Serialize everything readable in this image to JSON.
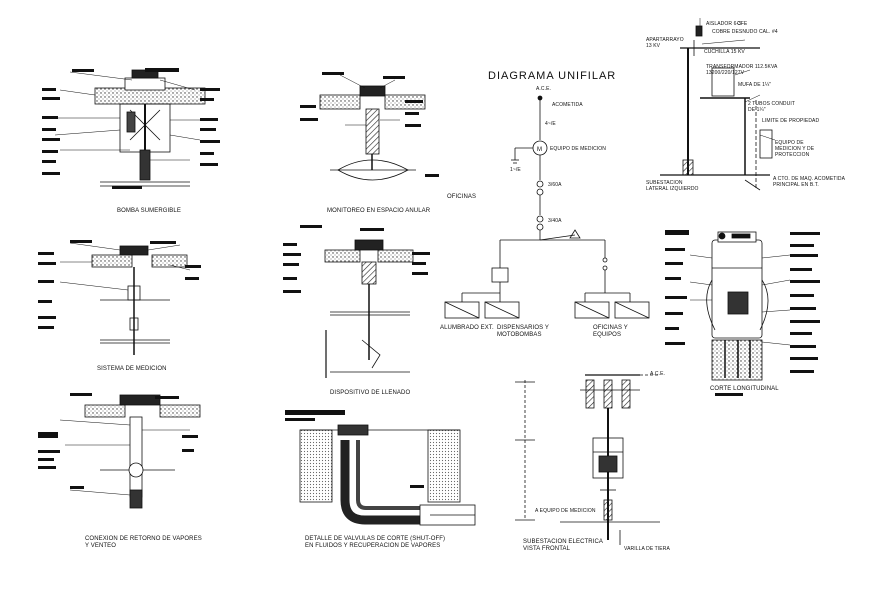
{
  "diagram_title": "DIAGRAMA UNIFILAR",
  "details": {
    "bomba": "BOMBA SUMERGIBLE",
    "monitoreo": "MONITOREO EN ESPACIO ANULAR",
    "medicion": "SISTEMA DE MEDICION",
    "llenado": "DISPOSITIVO DE LLENADO",
    "retorno": "CONEXION DE RETORNO DE VAPORES\nY VENTEO",
    "valvulas": "DETALLE DE VALVULAS DE CORTE (SHUT-OFF)\nEN FLUIDOS Y RECUPERACION DE VAPORES",
    "corte": "CORTE LONGITUDINAL",
    "subestacion_frontal": "SUBESTACION ELECTRICA\nVISTA FRONTAL",
    "subestacion_lateral": "SUBESTACION\nLATERAL IZQUIERDO"
  },
  "unifilar": {
    "top_node": "A.C.E.",
    "top_sub": "ACOMETIDA",
    "meter": "EQUIPO DE MEDICION",
    "bottom_left": "1~/E",
    "load_small": "4~/E",
    "breaker_a": "3/60A",
    "breaker_b": "3/40A",
    "oficinas": "OFICINAS",
    "branch_labels": [
      "ALUMBRADO EXT.",
      "DISPENSARIOS Y\nMOTOBOMBAS",
      "OFICINAS Y\nEQUIPOS"
    ]
  },
  "substation": {
    "aislador": "AISLADOR 6-3",
    "cfe": "CFE",
    "cobre": "COBRE DESNUDO CAL. #4",
    "apartarrayo": "APARTARRAYO\n13 KV",
    "cuchilla": "CUCHILLA 15 KV",
    "transformador": "TRANSFORMADOR 112.5KVA\n13200/220/127V",
    "mufa": "MUFA DE 1¼\"",
    "tubos": "2 TUBOS CONDUIT\nDE 1¼\"",
    "limite": "LIMITE DE PROPIEDAD",
    "equipo_medicion": "EQUIPO DE\nMEDICION Y DE\nPROTECCION",
    "tablero": "A CTO. DE MAQ. ACOMETIDA\nPRINCIPAL EN B.T."
  },
  "frontal": {
    "ace": "A.C.E.",
    "equipo": "A EQUIPO DE MEDICION",
    "varilla": "VARILLA DE TIERA"
  },
  "colors": {
    "ink": "#111111",
    "hatch": "#444444",
    "paper": "#ffffff"
  }
}
